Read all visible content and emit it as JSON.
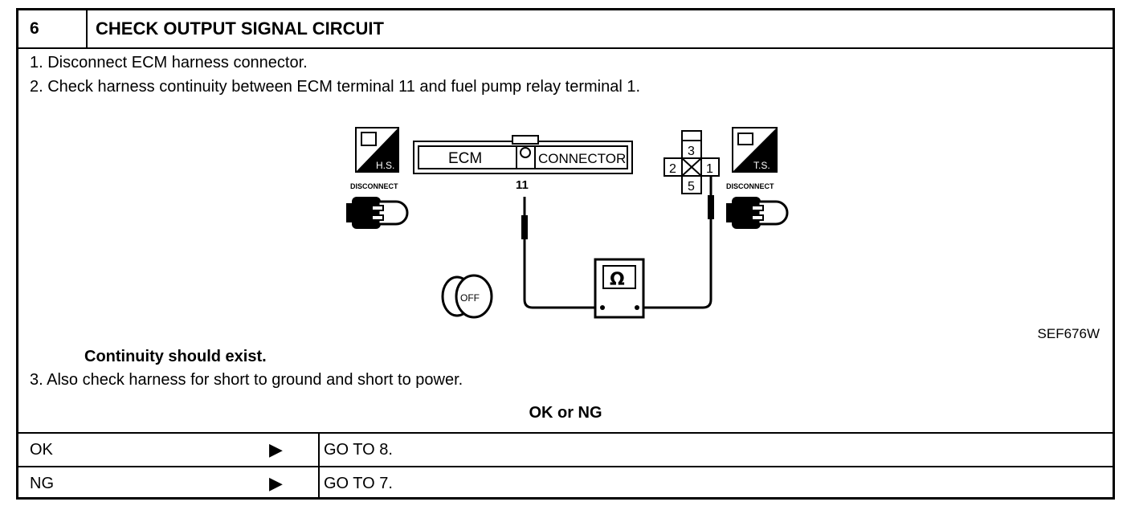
{
  "step_number": "6",
  "title": "CHECK OUTPUT SIGNAL CIRCUIT",
  "instructions": [
    "1. Disconnect ECM harness connector.",
    "2. Check harness continuity between ECM terminal 11 and fuel pump relay terminal 1."
  ],
  "diagram": {
    "left_badge": "H.S.",
    "right_badge": "T.S.",
    "left_disconnect": "DISCONNECT",
    "right_disconnect": "DISCONNECT",
    "ecm_label": "ECM",
    "connector_label": "CONNECTOR",
    "ecm_terminal": "11",
    "relay_terminals": [
      "3",
      "2",
      "1",
      "5"
    ],
    "meter_symbol": "Ω",
    "key_label": "OFF",
    "figure_id": "SEF676W"
  },
  "result_text": "Continuity should exist.",
  "instruction_3": "3. Also check harness for short to ground and short to power.",
  "ok_or_ng": "OK or NG",
  "outcomes": [
    {
      "label": "OK",
      "action": "GO TO 8."
    },
    {
      "label": "NG",
      "action": "GO TO 7."
    }
  ]
}
